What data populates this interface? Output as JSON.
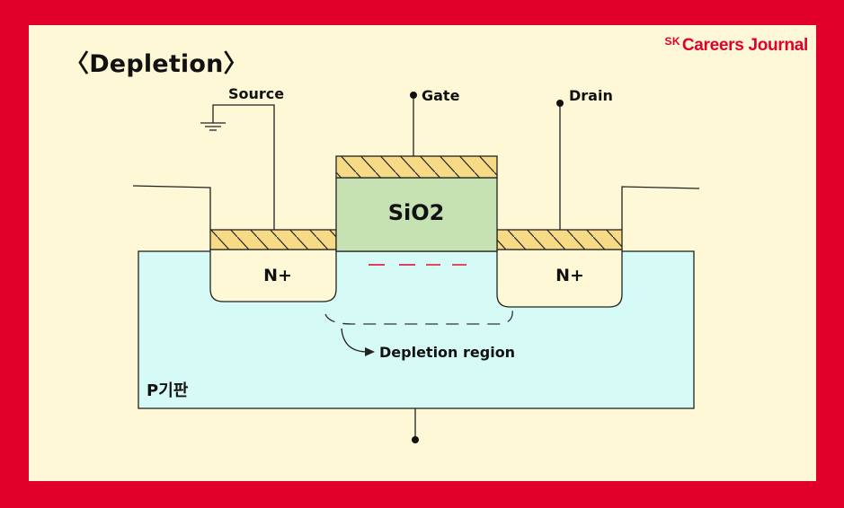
{
  "title": "〈Depletion〉",
  "brand": {
    "prefix": "SK",
    "name": "Careers Journal"
  },
  "terminals": {
    "source": "Source",
    "gate": "Gate",
    "drain": "Drain"
  },
  "regions": {
    "oxide": "SiO2",
    "n_left": "N+",
    "n_right": "N+",
    "depletion": "Depletion region",
    "substrate": "P기판"
  },
  "colors": {
    "frame": "#E0002A",
    "panel": "#FEF8D6",
    "substrate": "#D6FBF6",
    "oxide": "#C6E2B3",
    "metal": "#F7DA86",
    "n_region": "#FEF8D6",
    "charges": "#E0002A"
  }
}
